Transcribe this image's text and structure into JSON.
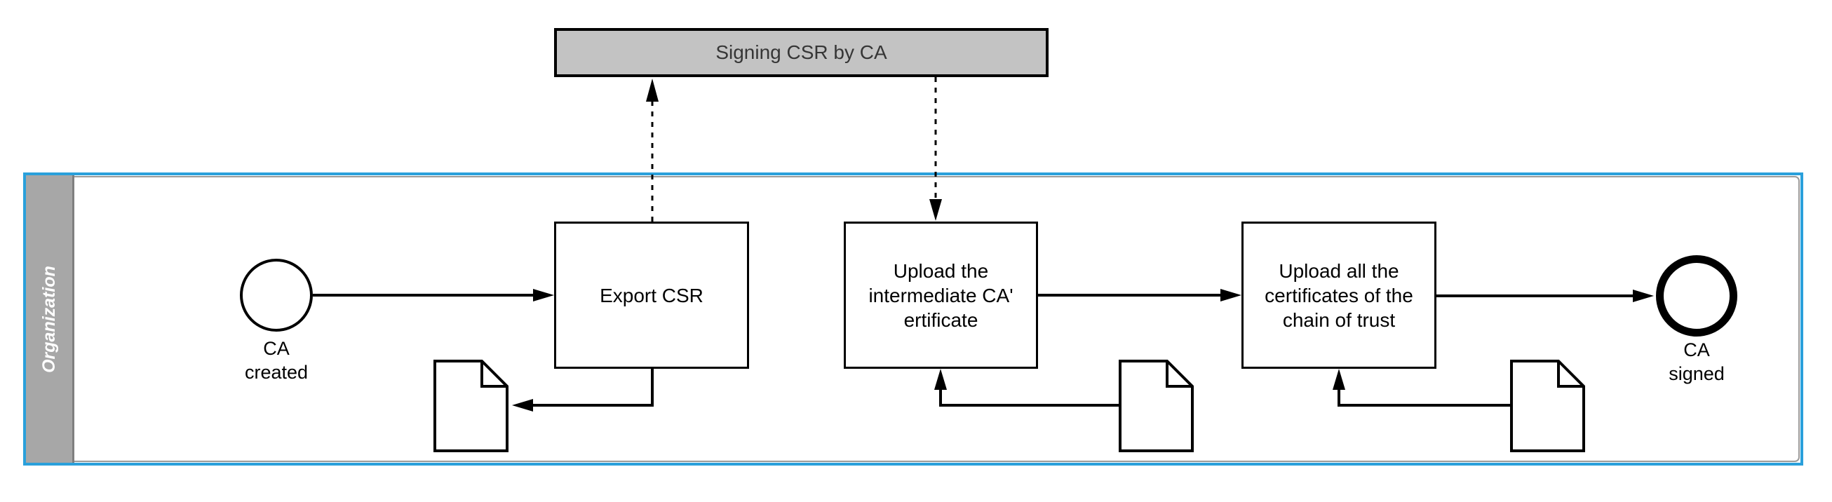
{
  "colors": {
    "lane_border": "#2AA0DB",
    "lane_label_bg": "#A7A7A7",
    "lane_label_text": "#FFFFFF",
    "external_task_bg": "#C3C3C3",
    "external_task_text": "#363636",
    "line": "#000000"
  },
  "external_task": {
    "label": "Signing CSR by CA"
  },
  "lane": {
    "label": "Organization"
  },
  "nodes": {
    "start_event": {
      "label": "CA\ncreated"
    },
    "task_export_csr": {
      "label": "Export CSR"
    },
    "task_upload_intermediate": {
      "label": "Upload the\nintermediate CA'\nertificate"
    },
    "task_upload_chain": {
      "label": "Upload all the\ncertificates of the\nchain of trust"
    },
    "end_event": {
      "label": "CA\nsigned"
    }
  },
  "icons": {
    "document": "document-icon"
  }
}
